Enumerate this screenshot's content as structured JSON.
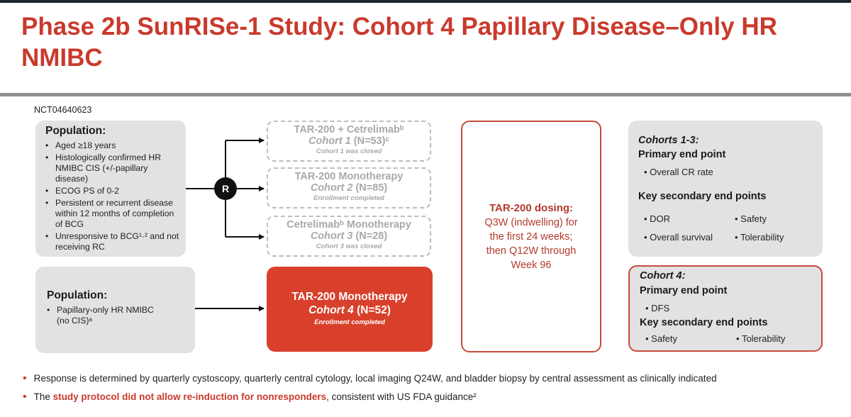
{
  "title": "Phase 2b SunRISe-1 Study: Cohort 4 Papillary Disease–Only HR NMIBC",
  "nct": "NCT04640623",
  "population1": {
    "title": "Population:",
    "items": [
      "Aged ≥18 years",
      "Histologically confirmed HR NMIBC CIS (+/-papillary disease)",
      "ECOG PS of 0-2",
      "Persistent or recurrent disease within 12 months of completion of BCG",
      "Unresponsive to BCG¹·² and not receiving RC"
    ]
  },
  "population2": {
    "title": "Population:",
    "items": [
      "Papillary-only HR NMIBC (no CIS)ᵃ"
    ]
  },
  "randomize_label": "R",
  "cohort1": {
    "treatment": "TAR-200 + Cetrelimabᵇ",
    "name": "Cohort 1",
    "n": "(N=53)ᶜ",
    "status": "Cohort 1 was closed"
  },
  "cohort2": {
    "treatment": "TAR-200 Monotherapy",
    "name": "Cohort 2",
    "n": "(N=85)",
    "status": "Enrollment completed"
  },
  "cohort3": {
    "treatment": "Cetrelimabᵇ Monotherapy",
    "name": "Cohort 3",
    "n": "(N=28)",
    "status": "Cohort 3 was closed"
  },
  "cohort4": {
    "treatment": "TAR-200 Monotherapy",
    "name": "Cohort 4",
    "n": "(N=52)",
    "status": "Enrollment completed"
  },
  "dosing": {
    "title": "TAR-200 dosing:",
    "lines": [
      "Q3W (indwelling) for",
      "the first 24 weeks;",
      "then Q12W through",
      "Week 96"
    ]
  },
  "endpoints13": {
    "title": "Cohorts 1-3:",
    "primary_label": "Primary end point",
    "primary": [
      "Overall CR rate"
    ],
    "secondary_label": "Key secondary end points",
    "secondary": [
      "DOR",
      "Safety",
      "Overall survival",
      "Tolerability"
    ]
  },
  "endpoints4": {
    "title": "Cohort 4:",
    "primary_label": "Primary end point",
    "primary": [
      "DFS"
    ],
    "secondary_label": "Key secondary end points",
    "secondary": [
      "Safety",
      "Tolerability"
    ]
  },
  "footnotes": {
    "line1": "Response is determined by quarterly cystoscopy, quarterly central cytology, local imaging Q24W, and bladder biopsy by central assessment as clinically indicated",
    "line2_pre": "The ",
    "line2_emph": "study protocol did not allow re-induction for nonresponders",
    "line2_post": ", consistent with US FDA guidance²"
  },
  "colors": {
    "accent": "#c93a2c",
    "cohort4_fill": "#d8402c",
    "box_grey": "#e3e2e2",
    "dashed": "#bdbdbd"
  }
}
